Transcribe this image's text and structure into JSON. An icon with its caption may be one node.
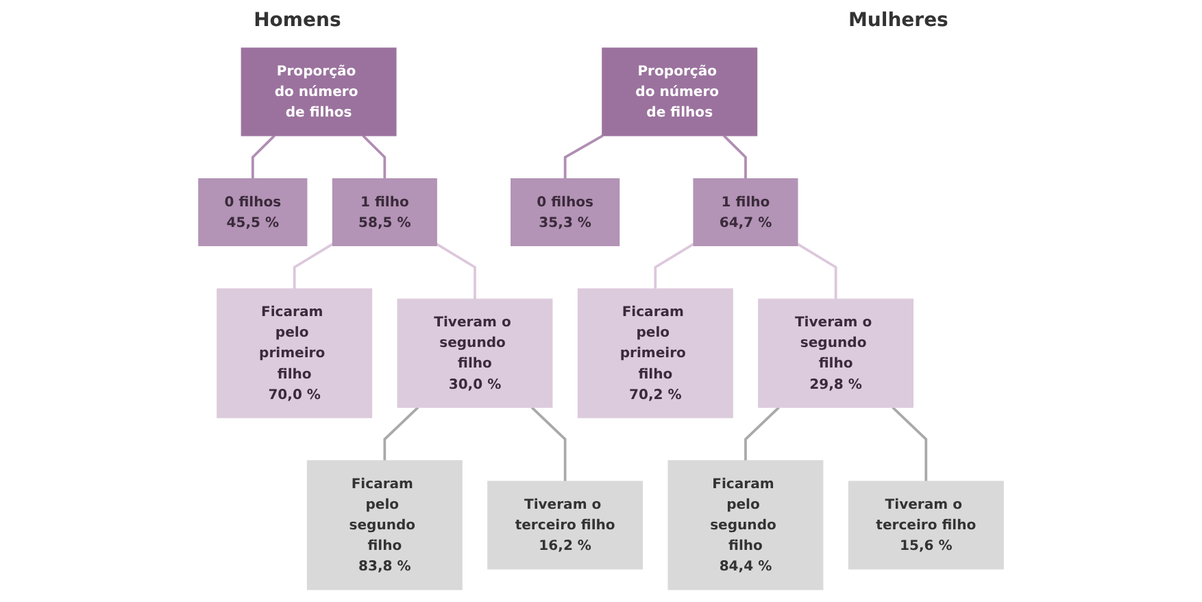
{
  "diagram": {
    "nodes": [
      {
        "text": [
          "Proporção do número de filhos"
        ]
      },
      {
        "text": [
          "0 filhos",
          "45,5 %"
        ]
      },
      {
        "text": [
          "1 filho",
          "58,5 %"
        ]
      },
      {
        "text": [
          "Ficaram pelo primeiro filho",
          "70,0 %"
        ]
      },
      {
        "text": [
          "Tiveram o segundo filho",
          "30,0 %"
        ]
      },
      {
        "text": [
          "Ficaram pelo segundo filho",
          "83,8 %"
        ]
      },
      {
        "text": [
          "Tiveram o terceiro filho",
          "16,2 %"
        ]
      },
      {
        "text": [
          "Proporção do número de filhos"
        ]
      },
      {
        "text": [
          "0 filhos",
          "35,3 %"
        ]
      },
      {
        "text": [
          "1 filho",
          "64,7 %"
        ]
      },
      {
        "text": [
          "Ficaram pelo primeiro filho",
          "70,2 %"
        ]
      },
      {
        "text": [
          "Tiveram o segundo filho",
          "29,8 %"
        ]
      },
      {
        "text": [
          "Ficaram pelo segundo filho",
          "84,4 %"
        ]
      },
      {
        "text": [
          "Tiveram o terceiro filho",
          "15,6 %"
        ]
      }
    ],
    "edges": [
      {
        "from": 0,
        "to": 1,
        "arrow": "none",
        "color": "#b08db3"
      },
      {
        "from": 0,
        "to": 2,
        "arrow": "none",
        "color": "#b08db3"
      },
      {
        "from": 2,
        "to": 3,
        "arrow": "none",
        "color": "#dcc8dc"
      },
      {
        "from": 2,
        "to": 4,
        "arrow": "none",
        "color": "#dcc8dc"
      },
      {
        "from": 4,
        "to": 5,
        "arrow": "none",
        "color": "#a9a9a9"
      },
      {
        "from": 4,
        "to": 6,
        "arrow": "none",
        "color": "#a9a9a9"
      },
      {
        "from": 7,
        "to": 8,
        "arrow": "none",
        "color": "#b08db3"
      },
      {
        "from": 7,
        "to": 9,
        "arrow": "none",
        "color": "#b08db3"
      },
      {
        "from": 9,
        "to": 10,
        "arrow": "none",
        "color": "#dcc8dc"
      },
      {
        "from": 9,
        "to": 11,
        "arrow": "none",
        "color": "#dcc8dc"
      },
      {
        "from": 11,
        "to": 12,
        "arrow": "none",
        "color": "#a9a9a9"
      },
      {
        "from": 11,
        "to": 13,
        "arrow": "none",
        "color": "#a9a9a9"
      }
    ],
    "labels": [
      "Homens",
      "Mulheres"
    ]
  }
}
